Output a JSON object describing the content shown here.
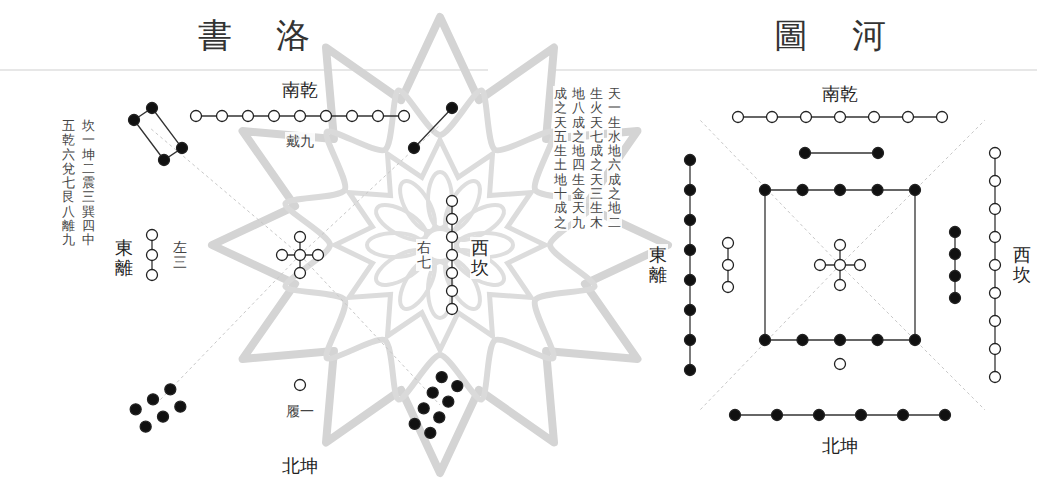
{
  "diagram": {
    "labels": [
      "書洛",
      "圖河",
      "南乾",
      "北坤",
      "東離",
      "西坎",
      "戴九",
      "履一",
      "左三",
      "右七",
      "坎一坤二震三巽四中",
      "五乾六兌七艮八離九",
      "南乾",
      "北坤",
      "東離",
      "西坎",
      "天一生水地六成之地二",
      "生火天七成之天三生木",
      "地八成之地四生金天九",
      "成之天五生土地十成之"
    ]
  }
}
